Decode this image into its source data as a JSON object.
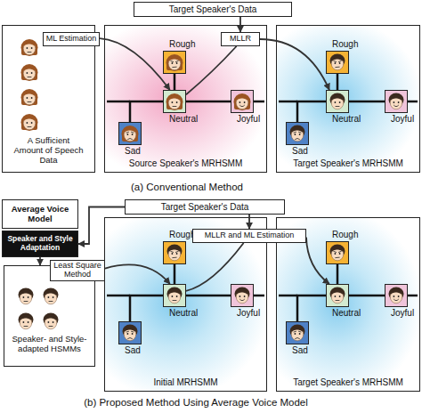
{
  "diagram": {
    "nodes": [
      {
        "text": [
          "Target Speaker's Data"
        ]
      },
      {
        "text": [
          "A Sufficient Amount of Speech Data"
        ]
      },
      {
        "text": [
          "ML Estimation"
        ]
      },
      {
        "text": [
          "Source Speaker's MRHSMM"
        ]
      },
      {
        "text": [
          "Rough"
        ],
        "in": 3
      },
      {
        "text": [
          "Neutral"
        ],
        "in": 3
      },
      {
        "text": [
          "Joyful"
        ],
        "in": 3
      },
      {
        "text": [
          "Sad"
        ],
        "in": 3
      },
      {
        "text": [
          "MLLR"
        ]
      },
      {
        "text": [
          "Target Speaker's MRHSMM"
        ]
      },
      {
        "text": [
          "Rough"
        ],
        "in": 9
      },
      {
        "text": [
          "Neutral"
        ],
        "in": 9
      },
      {
        "text": [
          "Joyful"
        ],
        "in": 9
      },
      {
        "text": [
          "Sad"
        ],
        "in": 9
      },
      {
        "text": [
          "Average Voice Model"
        ]
      },
      {
        "text": [
          "Speaker and Style Adaptation"
        ]
      },
      {
        "text": [
          "Target Speaker's Data"
        ]
      },
      {
        "text": [
          "Speaker- and Style-adapted HSMMs"
        ]
      },
      {
        "text": [
          "Least Square Method"
        ]
      },
      {
        "text": [
          "Initial MRHSMM"
        ]
      },
      {
        "text": [
          "Rough"
        ],
        "in": 19
      },
      {
        "text": [
          "Neutral"
        ],
        "in": 19
      },
      {
        "text": [
          "Joyful"
        ],
        "in": 19
      },
      {
        "text": [
          "Sad"
        ],
        "in": 19
      },
      {
        "text": [
          "MLLR and ML Estimation"
        ]
      },
      {
        "text": [
          "Target Speaker's MRHSMM"
        ]
      },
      {
        "text": [
          "Rough"
        ],
        "in": 25
      },
      {
        "text": [
          "Neutral"
        ],
        "in": 25
      },
      {
        "text": [
          "Joyful"
        ],
        "in": 25
      },
      {
        "text": [
          "Sad"
        ],
        "in": 25
      }
    ],
    "edges": [
      {
        "from": 0,
        "to": 8,
        "arrow": "to"
      },
      {
        "from": 2,
        "to": 5,
        "arrow": "to"
      },
      {
        "from": 5,
        "to": 8,
        "arrow": "none"
      },
      {
        "from": 8,
        "to": 11,
        "arrow": "to"
      },
      {
        "from": 5,
        "to": 4,
        "arrow": "none"
      },
      {
        "from": 5,
        "to": 6,
        "arrow": "none"
      },
      {
        "from": 5,
        "to": 7,
        "arrow": "none"
      },
      {
        "from": 11,
        "to": 10,
        "arrow": "none"
      },
      {
        "from": 11,
        "to": 12,
        "arrow": "none"
      },
      {
        "from": 11,
        "to": 13,
        "arrow": "none"
      },
      {
        "from": 16,
        "to": 15,
        "arrow": "to"
      },
      {
        "from": 15,
        "to": 17,
        "arrow": "to"
      },
      {
        "from": 16,
        "to": 24,
        "arrow": "to"
      },
      {
        "from": 18,
        "to": 21,
        "arrow": "to"
      },
      {
        "from": 21,
        "to": 24,
        "arrow": "none"
      },
      {
        "from": 24,
        "to": 27,
        "arrow": "to"
      },
      {
        "from": 21,
        "to": 20,
        "arrow": "none"
      },
      {
        "from": 21,
        "to": 22,
        "arrow": "none"
      },
      {
        "from": 21,
        "to": 23,
        "arrow": "none"
      },
      {
        "from": 27,
        "to": 26,
        "arrow": "none"
      },
      {
        "from": 27,
        "to": 28,
        "arrow": "none"
      },
      {
        "from": 27,
        "to": 29,
        "arrow": "none"
      }
    ],
    "labels": [
      "(a) Conventional Method",
      "(b) Proposed Method Using Average Voice Model"
    ]
  }
}
